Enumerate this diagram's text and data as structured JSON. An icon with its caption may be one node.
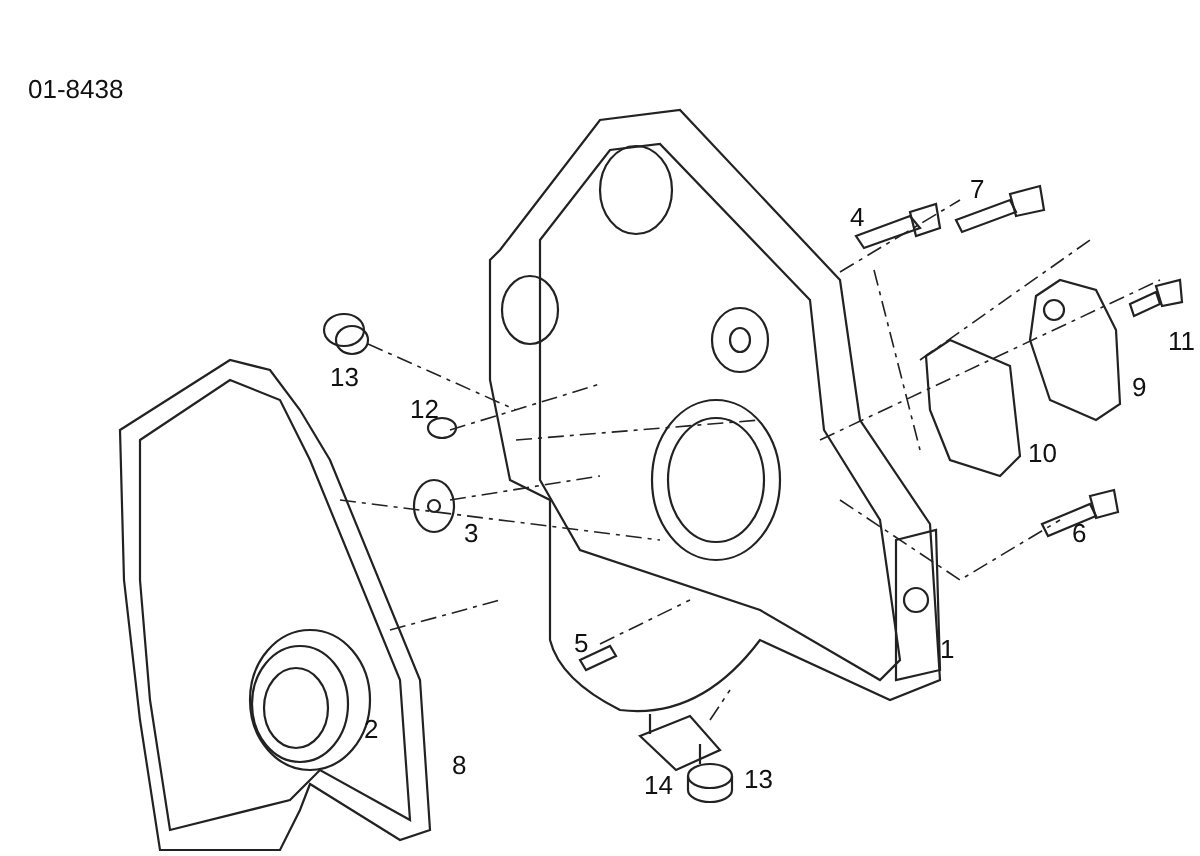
{
  "diagram": {
    "labels": [
      "01-8438",
      "7",
      "4",
      "11",
      "13",
      "9",
      "12",
      "10",
      "3",
      "6",
      "5",
      "1",
      "2",
      "8",
      "14",
      "13"
    ]
  }
}
